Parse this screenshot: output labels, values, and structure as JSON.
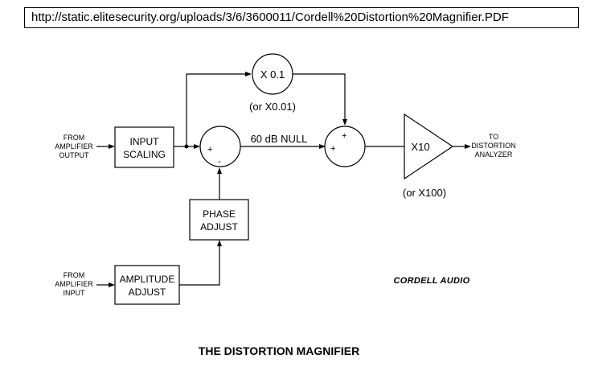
{
  "url": "http://static.elitesecurity.org/uploads/3/6/3600011/Cordell%20Distortion%20Magnifier.PDF",
  "labels": {
    "from_amp_output": [
      "FROM",
      "AMPLIFIER",
      "OUTPUT"
    ],
    "from_amp_input": [
      "FROM",
      "AMPLIFIER",
      "INPUT"
    ],
    "to_analyzer": [
      "TO",
      "DISTORTION",
      "ANALYZER"
    ],
    "input_scaling": [
      "INPUT",
      "SCALING"
    ],
    "phase_adjust": [
      "PHASE",
      "ADJUST"
    ],
    "amplitude_adjust": [
      "AMPLITUDE",
      "ADJUST"
    ],
    "x01": "X 0.1",
    "x001": "(or X0.01)",
    "null": "60 dB NULL",
    "x10": "X10",
    "x100": "(or X100)",
    "plus": "+",
    "minus": "-"
  },
  "brand": "CORDELL AUDIO",
  "title": "THE DISTORTION MAGNIFIER"
}
